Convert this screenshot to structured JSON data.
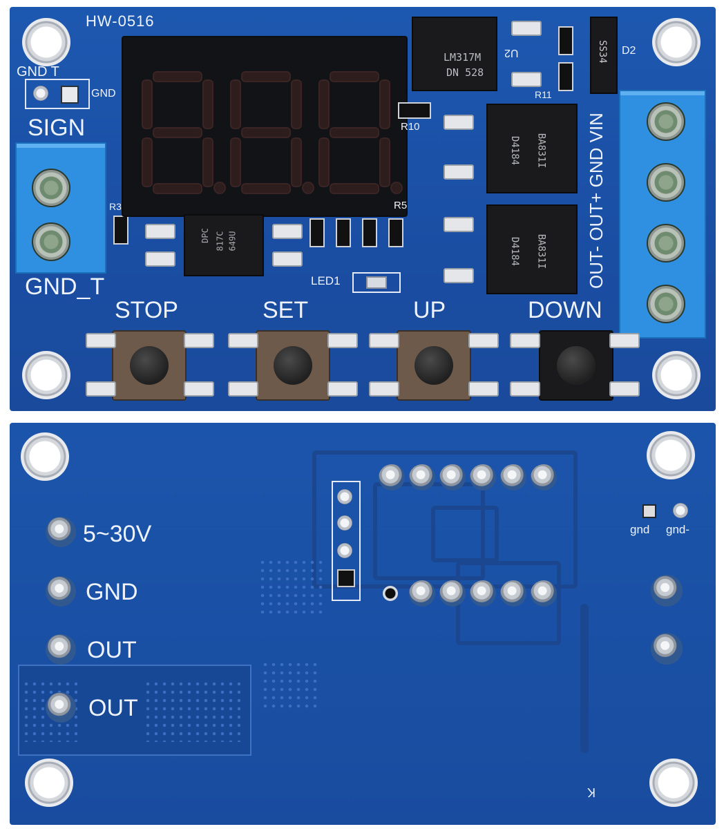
{
  "top_board": {
    "model": "HW-0516",
    "display_digits": "8.8.8.",
    "silkscreen_gnd_t": "GND T",
    "silkscreen_gnd_right": "GND",
    "silkscreen_sign": "SIGN",
    "silkscreen_gnd_t_bottom": "GND_T",
    "silkscreen_r3": "R3",
    "silkscreen_r5": "R5",
    "silkscreen_r10": "R10",
    "silkscreen_r11": "R11",
    "silkscreen_led1": "LED1",
    "silkscreen_d2": "D2",
    "silkscreen_u2": "U2",
    "terminal_labels": "OUT- OUT+ GND VIN",
    "regulator_chip": {
      "line1": "LM317M",
      "line2": "DN 528"
    },
    "diode_chip": "SS34",
    "optocoupler_chip": {
      "line1": "DPC",
      "line2": "817C",
      "line3": "649U"
    },
    "mosfet_chip": {
      "line1": "D4184",
      "line2": "BA831I"
    },
    "buttons": [
      "STOP",
      "SET",
      "UP",
      "DOWN"
    ]
  },
  "bottom_board": {
    "pin_labels": [
      "5~30V",
      "GND",
      "OUT",
      "OUT"
    ],
    "gnd_labels": [
      "gnd",
      "gnd-"
    ],
    "corner_mark": "K"
  },
  "colors": {
    "pcb_blue": "#1a4fa0",
    "display_black": "#121316",
    "segment_red": "#3a1e1e",
    "terminal_blue": "#2f8fe0"
  }
}
